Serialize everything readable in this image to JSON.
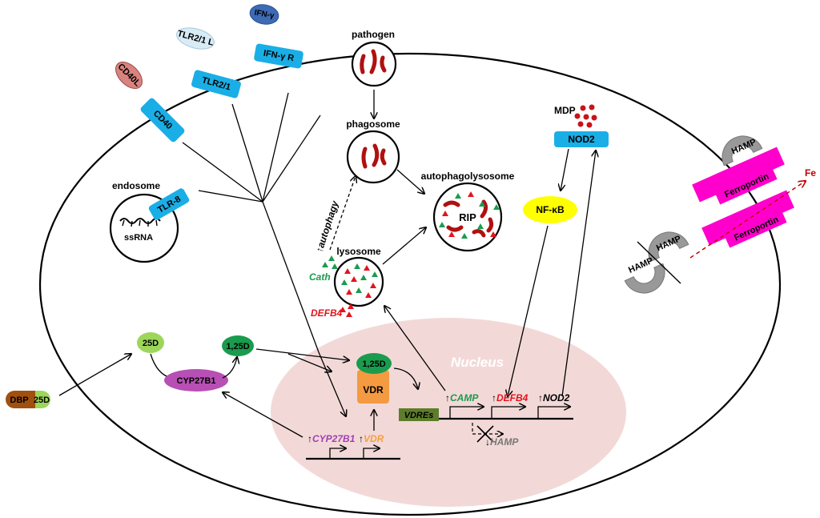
{
  "labels": {
    "pathogen": "pathogen",
    "phagosome": "phagosome",
    "autophagolysosome": "autophagolysosome",
    "rip": "RIP",
    "lysosome": "lysosome",
    "endosome": "endosome",
    "ssrna": "ssRNA",
    "autophagy": "autophagy",
    "cath": "Cath",
    "defb4_protein": "DEFB4",
    "mdp": "MDP",
    "nod2_receptor": "NOD2",
    "nfkb": "NF-κB",
    "fe": "Fe",
    "nucleus": "Nucleus",
    "vdr_ligand": "1,25D",
    "vdr": "VDR",
    "vdres": "VDREs",
    "camp": "CAMP",
    "defb4_gene": "DEFB4",
    "nod2_gene": "NOD2",
    "hamp_gene": "HAMP",
    "cyp27b1_gene": "CYP27B1",
    "vdr_gene": "VDR",
    "ligand_25d": "25D",
    "enzyme_cyp27b1": "CYP27B1",
    "ligand_125d": "1,25D",
    "dbp": "DBP",
    "dbp_25d": "25D",
    "cd40l": "CD40L",
    "cd40": "CD40",
    "tlr21l": "TLR2/1 L",
    "tlr21": "TLR2/1",
    "ifng": "IFN-γ",
    "ifngr": "IFN-γ R",
    "tlr8": "TLR-8",
    "hamp_1": "HAMP",
    "hamp_2": "HAMP",
    "hamp_3": "HAMP",
    "ferroportin_1": "Ferroportin",
    "ferroportin_2": "Ferroportin",
    "up_arrow": "↑",
    "down_arrow": "↓"
  },
  "colors": {
    "receptor": "#1aaee6",
    "cd40l": "#d9837f",
    "tlr21l": "#d8ecf6",
    "ifng": "#3d6bb5",
    "pathogen": "#b01010",
    "mdp": "#c81418",
    "nfkb": "#ffff00",
    "nucleus": "#f2d9d7",
    "ligand_light_green": "#9cd65a",
    "ligand_dark_green": "#1a9b4e",
    "cyp27b1": "#b74fb5",
    "vdr": "#f49a41",
    "vdres": "#5e7d2b",
    "camp_green": "#1a9b4e",
    "defb4_red": "#e3141c",
    "cyp27b1_purple": "#a23fb5",
    "vdr_orange": "#f5a03a",
    "hamp_gray": "#777777",
    "ferroportin": "#ff00cc",
    "dbp": "#a0510f",
    "fe": "#c00000"
  }
}
